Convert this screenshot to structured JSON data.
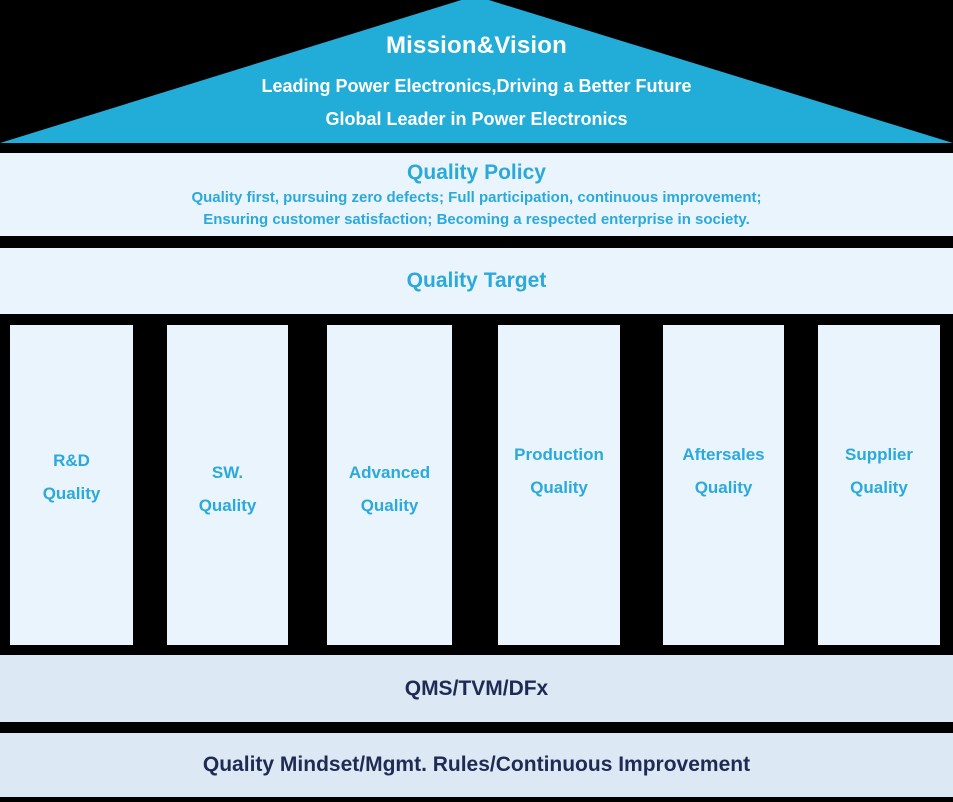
{
  "colors": {
    "background": "#000000",
    "roof_teal": "#22ACD8",
    "cyan_text": "#2BA9DB",
    "light_band": "#EAF4FC",
    "foundation_band": "#DCE8F3",
    "navy_text": "#1F2A55",
    "roof_text": "#FFFFFF"
  },
  "roof": {
    "title": "Mission&Vision",
    "line1": "Leading Power Electronics,Driving a Better Future",
    "line2": "Global Leader in Power Electronics"
  },
  "policy": {
    "title": "Quality Policy",
    "line1": "Quality first, pursuing zero defects; Full participation, continuous improvement;",
    "line2": "Ensuring customer satisfaction; Becoming a respected enterprise in society."
  },
  "target": {
    "title": "Quality Target"
  },
  "pillars": [
    {
      "line1": "R&D",
      "line2": "Quality"
    },
    {
      "line1": "SW.",
      "line2": "Quality"
    },
    {
      "line1": "Advanced",
      "line2": "Quality"
    },
    {
      "line1": "Production",
      "line2": "Quality"
    },
    {
      "line1": "Aftersales",
      "line2": "Quality"
    },
    {
      "line1": "Supplier",
      "line2": "Quality"
    }
  ],
  "foundation": {
    "qms": "QMS/TVM/DFx",
    "base": "Quality Mindset/Mgmt. Rules/Continuous Improvement"
  }
}
